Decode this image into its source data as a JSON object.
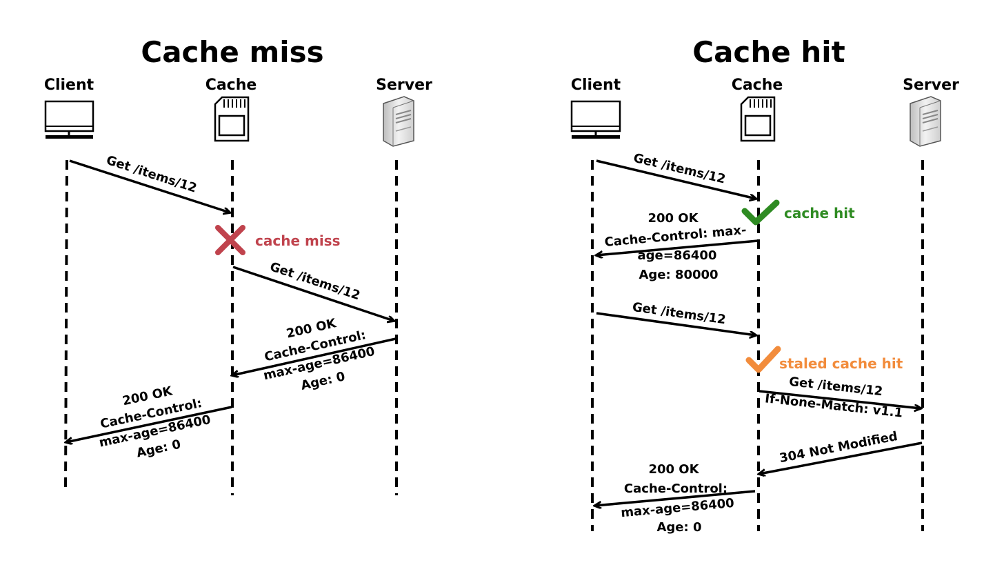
{
  "panels": [
    {
      "title": "Cache miss",
      "actors": [
        "Client",
        "Cache",
        "Server"
      ],
      "status": "cache miss",
      "messages": [
        "Get /items/12",
        "Get /items/12",
        [
          "200 OK",
          "Cache-Control:",
          "max-age=86400",
          "Age: 0"
        ],
        [
          "200 OK",
          "Cache-Control:",
          "max-age=86400",
          "Age: 0"
        ]
      ]
    },
    {
      "title": "Cache hit",
      "actors": [
        "Client",
        "Cache",
        "Server"
      ],
      "status_hit": "cache hit",
      "status_stale": "staled cache hit",
      "messages": [
        "Get /items/12",
        [
          "200 OK",
          "Cache-Control: max-",
          "age=86400",
          "Age: 80000"
        ],
        "Get /items/12",
        [
          "Get /items/12",
          "If-None-Match: v1.1"
        ],
        "304 Not Modified",
        [
          "200 OK",
          "Cache-Control:",
          "max-age=86400",
          "Age: 0"
        ]
      ]
    }
  ],
  "colors": {
    "miss": "#c0434d",
    "hit": "#2e8b22",
    "stale": "#f28c3c",
    "line": "#000000"
  },
  "icons": {
    "client": "monitor-icon",
    "cache": "sd-card-icon",
    "server": "server-tower-icon",
    "miss": "red-x-icon",
    "hit": "checkmark-icon"
  }
}
